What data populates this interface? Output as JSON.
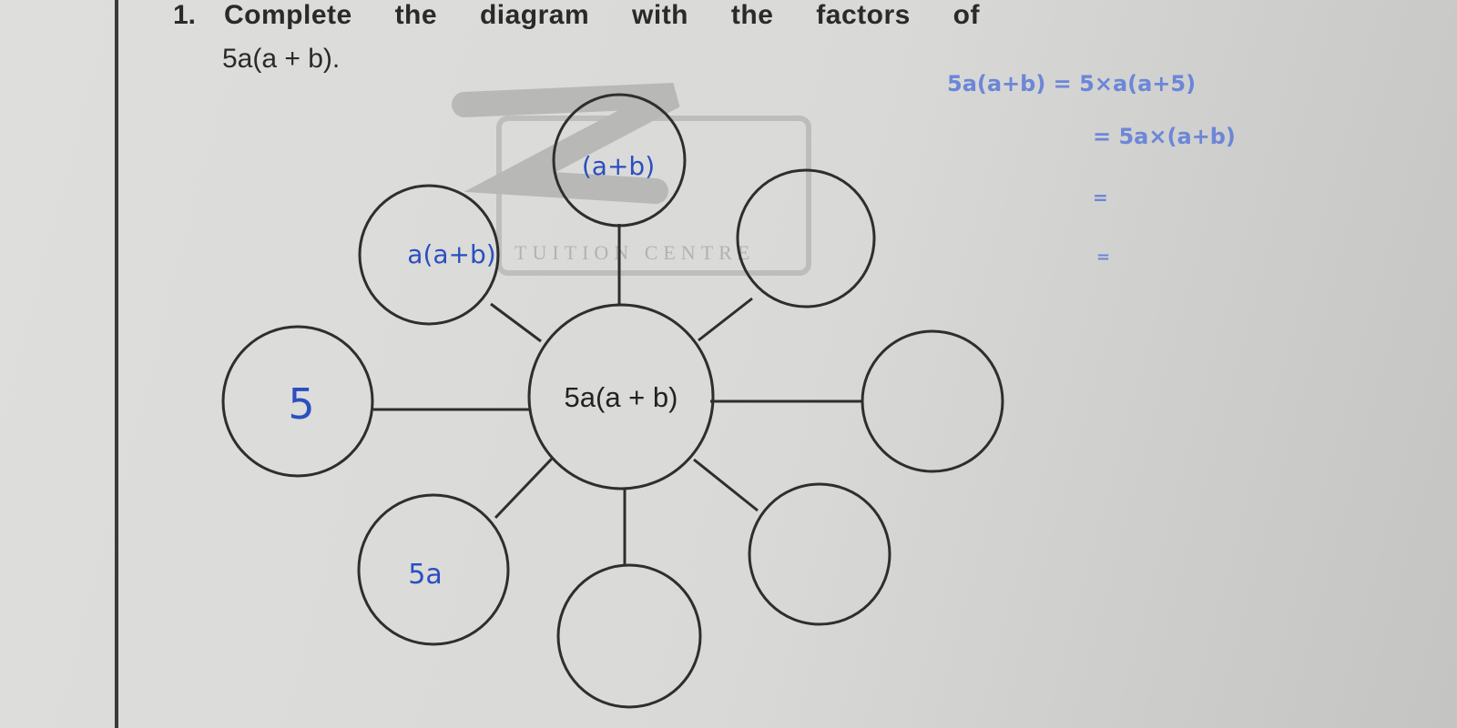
{
  "question": {
    "number": "1.",
    "text": "Complete the diagram with the factors of",
    "expression": "5a(a + b)."
  },
  "diagram": {
    "center": "5a(a + b)",
    "factors": [
      {
        "label": "(a+b)"
      },
      {
        "label": ""
      },
      {
        "label": ""
      },
      {
        "label": ""
      },
      {
        "label": ""
      },
      {
        "label": "5a"
      },
      {
        "label": "5"
      },
      {
        "label": "a(a+b)"
      }
    ]
  },
  "watermark": {
    "line": "TUITION CENTRE"
  },
  "working": {
    "line1": "5a(a+b) = 5×a(a+5)",
    "line2": "= 5a×(a+b)",
    "line3": "=",
    "line4": "="
  },
  "colors": {
    "ink": "#2a2a2a",
    "pen": "#2a4fc0"
  }
}
